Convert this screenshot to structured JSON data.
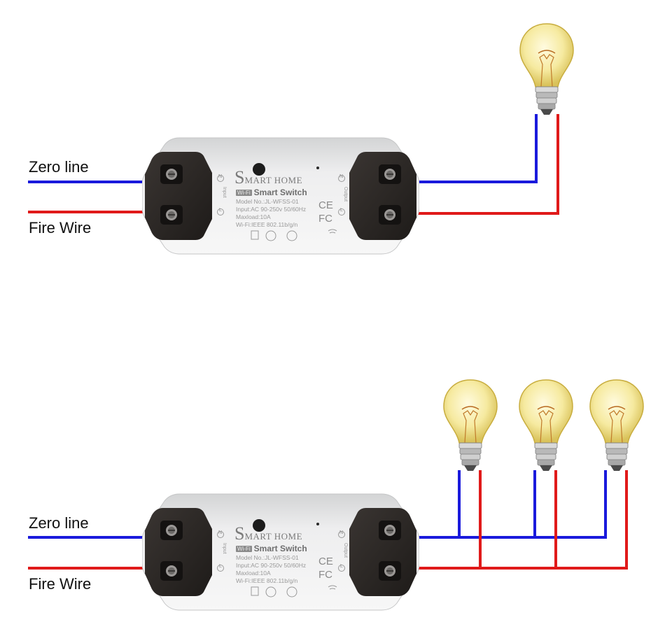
{
  "diagrams": [
    {
      "zero_label": "Zero line",
      "fire_label": "Fire Wire",
      "bulb_count": 1
    },
    {
      "zero_label": "Zero line",
      "fire_label": "Fire Wire",
      "bulb_count": 3
    }
  ],
  "device": {
    "brand_initial": "S",
    "brand_rest": "MART HOME",
    "badge": "Wi-Fi",
    "title": "Smart Switch",
    "model": "Model No.:JL-WFSS-01",
    "input_spec": "Input:AC 90-250v 50/60Hz",
    "maxload": "Maxload:10A",
    "wifi_spec": "Wi-Fi:IEEE 802.11b/g/n",
    "input_side": "Input",
    "output_side": "Output",
    "terminal_n": "N",
    "terminal_l": "L",
    "ce_mark": "CE",
    "fc_mark": "FC"
  },
  "colors": {
    "zero_wire": "#1a1adc",
    "fire_wire": "#e01a1a",
    "housing": "#e4e5e6",
    "terminal_block": "#2a2624",
    "bulb_glass": "#f3e79a",
    "bulb_base": "#a8a8a8"
  }
}
